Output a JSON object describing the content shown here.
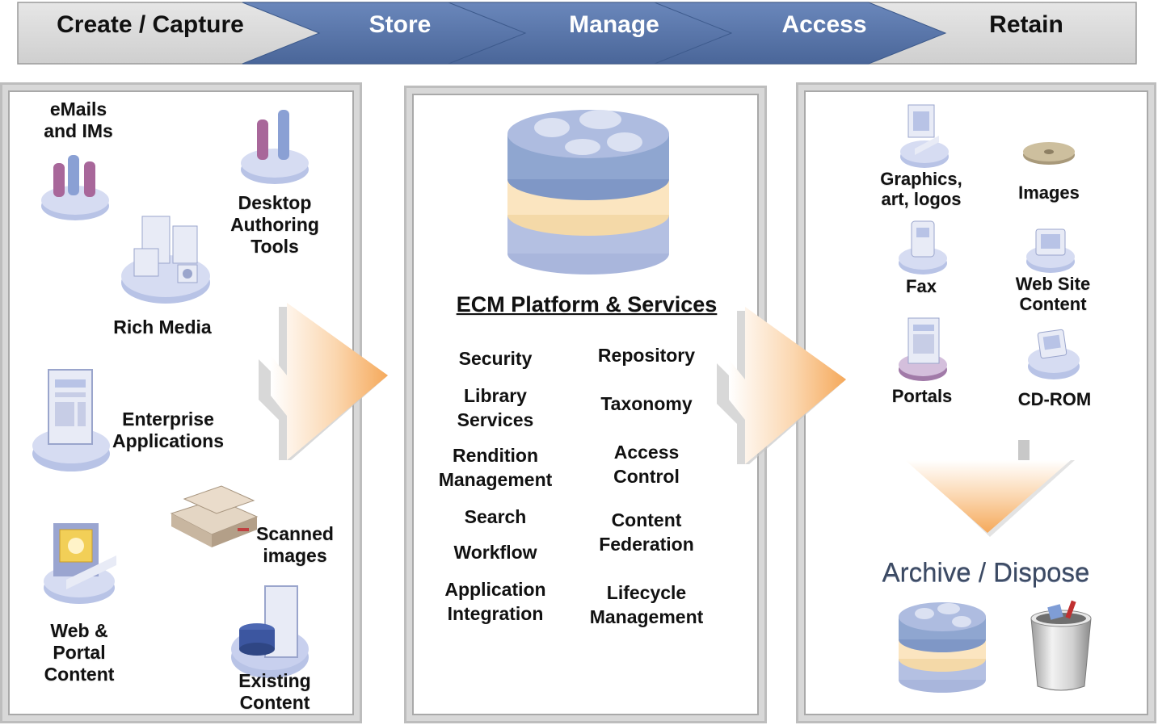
{
  "stages": [
    "Create / Capture",
    "Store",
    "Manage",
    "Access",
    "Retain"
  ],
  "capture": {
    "emails": "eMails\nand IMs",
    "desktop": "Desktop\nAuthoring\nTools",
    "rich_media": "Rich Media",
    "enterprise": "Enterprise\nApplications",
    "scanned": "Scanned\nimages",
    "web_portal": "Web  &\nPortal\nContent",
    "existing": "Existing\nContent"
  },
  "platform": {
    "title": "ECM Platform & Services",
    "left_services": [
      "Security",
      "Library\nServices",
      "Rendition\nManagement",
      "Search",
      "Workflow",
      "Application\nIntegration"
    ],
    "right_services": [
      "Repository",
      "Taxonomy",
      "Access\nControl",
      "Content\nFederation",
      "Lifecycle\nManagement"
    ]
  },
  "access": {
    "graphics": "Graphics,\nart, logos",
    "images": "Images",
    "fax": "Fax",
    "web_site": "Web Site\nContent",
    "portals": "Portals",
    "cdrom": "CD-ROM"
  },
  "retain": {
    "title": "Archive / Dispose"
  },
  "colors": {
    "banner_blue": "#4f6fa6",
    "banner_gray": "#d9d9d9",
    "db_blue": "#8fa6d0",
    "db_cream": "#fbe5c0",
    "arrow_orange": "#f7b36b",
    "retain_text": "#3c4a63"
  }
}
